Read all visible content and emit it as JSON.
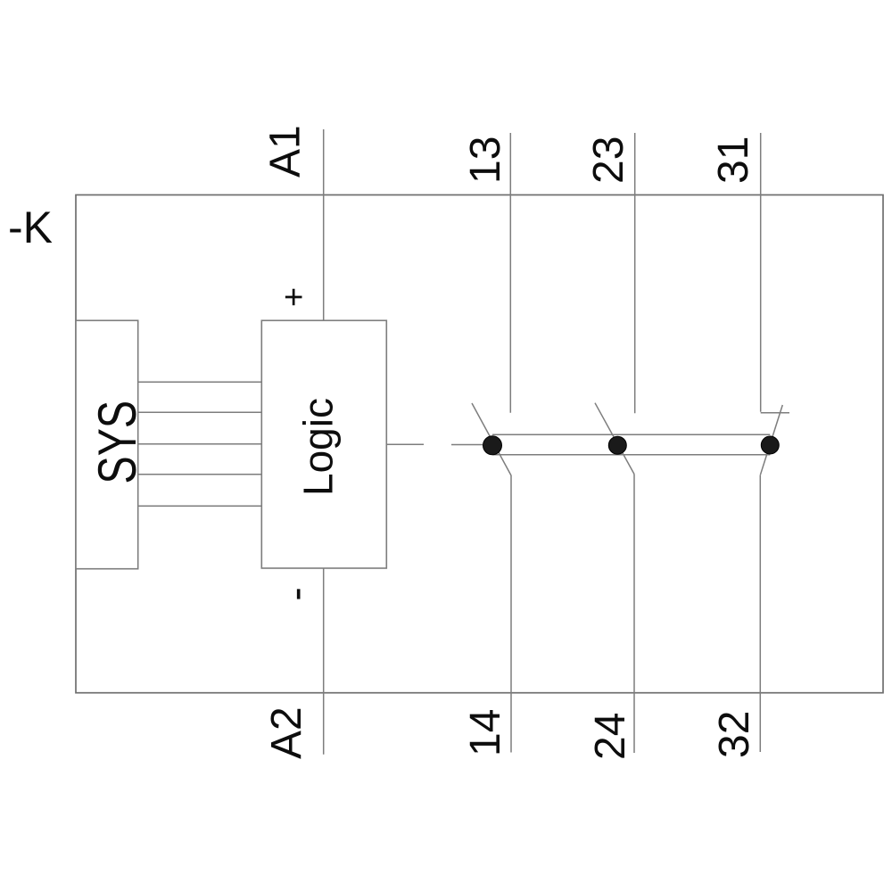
{
  "diagram": {
    "device_label": "-K",
    "blocks": {
      "sys_label": "SYS",
      "logic_label": "Logic"
    },
    "polarity": {
      "positive": "+",
      "negative": "-"
    },
    "terminals": {
      "top": [
        "A1",
        "13",
        "23",
        "31"
      ],
      "bottom": [
        "A2",
        "14",
        "24",
        "32"
      ]
    }
  },
  "colors": {
    "background": "#ffffff",
    "line": "#7d7d7d",
    "frame": "#6e6e6e",
    "text": "#0d0d0d",
    "contact_dot": "#1a1a1a"
  }
}
